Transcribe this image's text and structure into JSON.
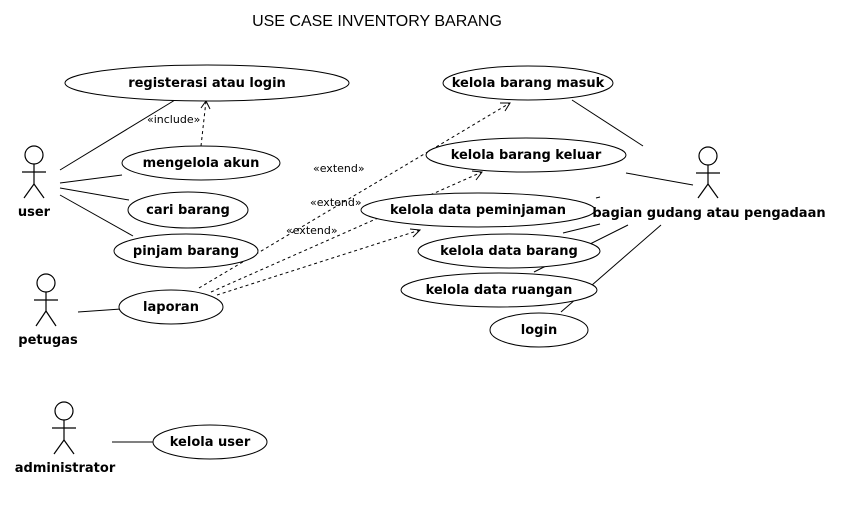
{
  "title": "USE CASE INVENTORY BARANG",
  "actors": {
    "user": "user",
    "petugas": "petugas",
    "administrator": "administrator",
    "bagian_gudang": "bagian gudang atau pengadaan"
  },
  "use_cases": {
    "registrasi": "registerasi atau login",
    "mengelola_akun": "mengelola akun",
    "cari_barang": "cari barang",
    "pinjam_barang": "pinjam barang",
    "laporan": "laporan",
    "kelola_user": "kelola user",
    "kelola_barang_masuk": "kelola barang masuk",
    "kelola_barang_keluar": "kelola barang keluar",
    "kelola_data_peminjaman": "kelola data peminjaman",
    "kelola_data_barang": "kelola data barang",
    "kelola_data_ruangan": "kelola data ruangan",
    "login": "login"
  },
  "stereotypes": {
    "include": "«include»",
    "extend_1": "«extend»",
    "extend_2": "«extend»",
    "extend_3": "«extend»"
  }
}
